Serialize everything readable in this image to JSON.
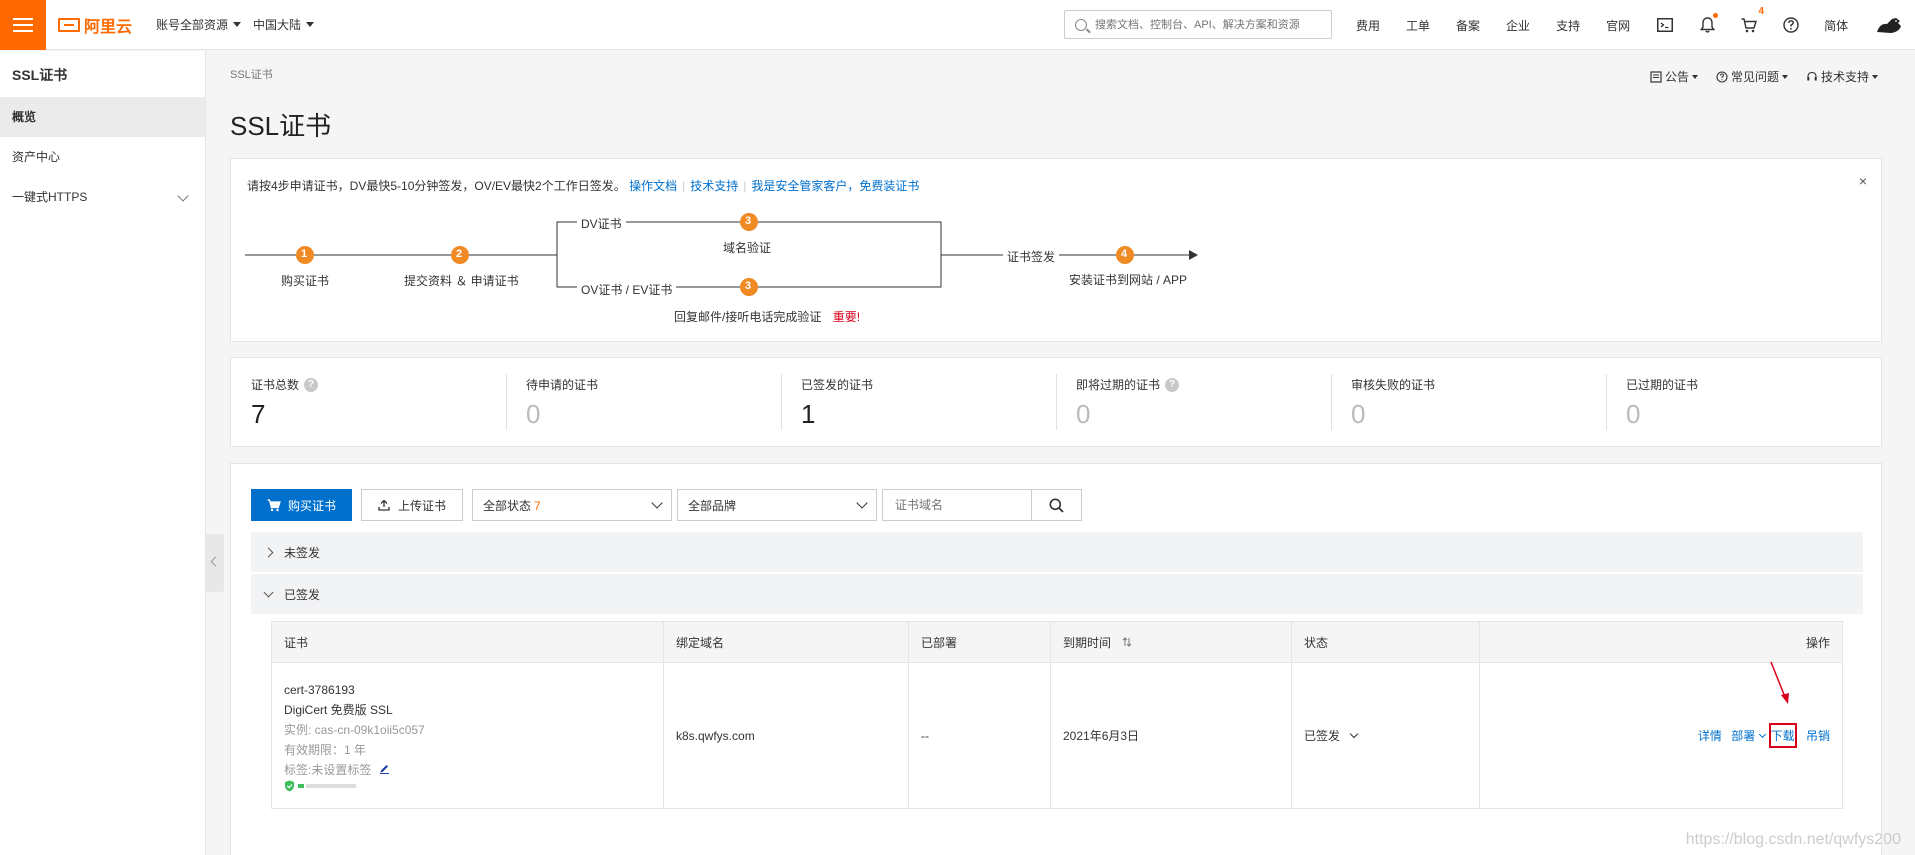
{
  "topbar": {
    "logo_text": "阿里云",
    "account_label": "账号全部资源",
    "region_label": "中国大陆",
    "search_placeholder": "搜索文档、控制台、API、解决方案和资源",
    "links": [
      "费用",
      "工单",
      "备案",
      "企业",
      "支持",
      "官网"
    ],
    "cart_count": "4",
    "lang_label": "简体"
  },
  "sidebar": {
    "title": "SSL证书",
    "items": [
      {
        "label": "概览"
      },
      {
        "label": "资产中心"
      },
      {
        "label": "一键式HTTPS"
      }
    ]
  },
  "breadcrumb": "SSL证书",
  "help": {
    "announce": "公告",
    "faq": "常见问题",
    "support": "技术支持"
  },
  "page_title": "SSL证书",
  "guide": {
    "note": "请按4步申请证书，DV最快5-10分钟签发，OV/EV最快2个工作日签发。",
    "link_docs": "操作文档",
    "link_support": "技术支持",
    "link_managed": "我是安全管家客户，免费装证书",
    "close": "×",
    "steps": {
      "s1": "购买证书",
      "s2": "提交资料 ＆ 申请证书",
      "dv": "DV证书",
      "dv_step": "域名验证",
      "ov": "OV证书 / EV证书",
      "ov_step": "回复邮件/接听电话完成验证",
      "important": "重要!",
      "issue": "证书签发",
      "s4": "安装证书到网站 / APP",
      "n1": "1",
      "n2": "2",
      "n3": "3",
      "n4": "4"
    }
  },
  "stats": [
    {
      "label": "证书总数",
      "value": "7",
      "help": true
    },
    {
      "label": "待申请的证书",
      "value": "0",
      "help": false
    },
    {
      "label": "已签发的证书",
      "value": "1",
      "help": false
    },
    {
      "label": "即将过期的证书",
      "value": "0",
      "help": true
    },
    {
      "label": "审核失败的证书",
      "value": "0",
      "help": false
    },
    {
      "label": "已过期的证书",
      "value": "0",
      "help": false
    }
  ],
  "toolbar": {
    "buy_label": "购买证书",
    "upload_label": "上传证书",
    "status_select": "全部状态",
    "status_count": "7",
    "brand_select": "全部品牌",
    "domain_placeholder": "证书域名"
  },
  "groups": {
    "pending": "未签发",
    "issued": "已签发"
  },
  "table": {
    "headers": [
      "证书",
      "绑定域名",
      "已部署",
      "到期时间",
      "状态",
      "操作"
    ],
    "rows": [
      {
        "cert_id": "cert-3786193",
        "cert_name": "DigiCert 免费版 SSL",
        "instance": "实例: cas-cn-09k1oii5c057",
        "validity": "有效期限：1 年",
        "tags": "标签:未设置标签",
        "domain": "k8s.qwfys.com",
        "deployed": "--",
        "expiry": "2021年6月3日",
        "status": "已签发",
        "ops": {
          "detail": "详情",
          "deploy": "部署",
          "download": "下载",
          "revoke": "吊销"
        }
      }
    ]
  },
  "watermark": "https://blog.csdn.net/qwfys200",
  "colors": {
    "brand": "#ff6a00",
    "primary": "#0070cc",
    "highlight": "#d9001b"
  }
}
